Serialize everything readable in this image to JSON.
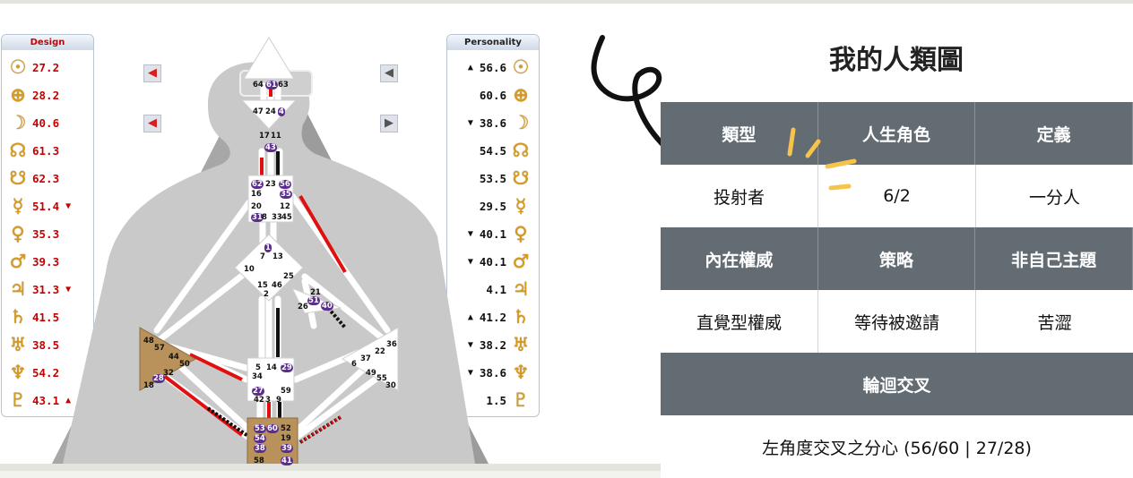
{
  "design": {
    "title": "Design",
    "rows": [
      {
        "glyph": "☉",
        "value": "27.2",
        "mark": "",
        "icon": "sun-icon"
      },
      {
        "glyph": "⊕",
        "value": "28.2",
        "mark": "",
        "icon": "earth-icon"
      },
      {
        "glyph": "☽",
        "value": "40.6",
        "mark": "",
        "icon": "moon-icon"
      },
      {
        "glyph": "☊",
        "value": "61.3",
        "mark": "",
        "icon": "north-node-icon"
      },
      {
        "glyph": "☋",
        "value": "62.3",
        "mark": "",
        "icon": "south-node-icon"
      },
      {
        "glyph": "☿",
        "value": "51.4",
        "mark": "▼",
        "icon": "mercury-icon"
      },
      {
        "glyph": "♀",
        "value": "35.3",
        "mark": "",
        "icon": "venus-icon"
      },
      {
        "glyph": "♂",
        "value": "39.3",
        "mark": "",
        "icon": "mars-icon"
      },
      {
        "glyph": "♃",
        "value": "31.3",
        "mark": "▼",
        "icon": "jupiter-icon"
      },
      {
        "glyph": "♄",
        "value": "41.5",
        "mark": "",
        "icon": "saturn-icon"
      },
      {
        "glyph": "♅",
        "value": "38.5",
        "mark": "",
        "icon": "uranus-icon"
      },
      {
        "glyph": "♆",
        "value": "54.2",
        "mark": "",
        "icon": "neptune-icon"
      },
      {
        "glyph": "♇",
        "value": "43.1",
        "mark": "▲",
        "icon": "pluto-icon"
      }
    ]
  },
  "personality": {
    "title": "Personality",
    "rows": [
      {
        "glyph": "☉",
        "value": "56.6",
        "mark": "▲",
        "icon": "sun-icon"
      },
      {
        "glyph": "⊕",
        "value": "60.6",
        "mark": "",
        "icon": "earth-icon"
      },
      {
        "glyph": "☽",
        "value": "38.6",
        "mark": "▼",
        "icon": "moon-icon"
      },
      {
        "glyph": "☊",
        "value": "54.5",
        "mark": "",
        "icon": "north-node-icon"
      },
      {
        "glyph": "☋",
        "value": "53.5",
        "mark": "",
        "icon": "south-node-icon"
      },
      {
        "glyph": "☿",
        "value": "29.5",
        "mark": "",
        "icon": "mercury-icon"
      },
      {
        "glyph": "♀",
        "value": "40.1",
        "mark": "▼",
        "icon": "venus-icon"
      },
      {
        "glyph": "♂",
        "value": "40.1",
        "mark": "▼",
        "icon": "mars-icon"
      },
      {
        "glyph": "♃",
        "value": "4.1",
        "mark": "",
        "icon": "jupiter-icon"
      },
      {
        "glyph": "♄",
        "value": "41.2",
        "mark": "▲",
        "icon": "saturn-icon"
      },
      {
        "glyph": "♅",
        "value": "38.2",
        "mark": "▼",
        "icon": "uranus-icon"
      },
      {
        "glyph": "♆",
        "value": "38.6",
        "mark": "▼",
        "icon": "neptune-icon"
      },
      {
        "glyph": "♇",
        "value": "1.5",
        "mark": "",
        "icon": "pluto-icon"
      }
    ]
  },
  "arrows": {
    "left_top": "◀",
    "left_bottom": "◀",
    "right_top": "◀",
    "right_bottom": "▶"
  },
  "gates": {
    "head": [
      "64",
      "61",
      "63"
    ],
    "ajna_top": [
      "47",
      "24",
      "4"
    ],
    "ajna_bottom": [
      "17",
      "11",
      "43"
    ],
    "throat": [
      "62",
      "23",
      "56",
      "16",
      "35",
      "20",
      "12",
      "31",
      "8",
      "33",
      "45"
    ],
    "g": [
      "1",
      "7",
      "13",
      "10",
      "15",
      "46",
      "2",
      "25"
    ],
    "ego": [
      "21",
      "26",
      "51",
      "40"
    ],
    "spleen": [
      "48",
      "57",
      "44",
      "50",
      "32",
      "28",
      "18"
    ],
    "sacral": [
      "5",
      "14",
      "29",
      "34",
      "27",
      "42",
      "3",
      "9",
      "59"
    ],
    "solar_plexus": [
      "36",
      "22",
      "37",
      "6",
      "49",
      "55",
      "30"
    ],
    "root": [
      "53",
      "60",
      "52",
      "54",
      "19",
      "38",
      "39",
      "58",
      "41"
    ]
  },
  "page": {
    "title": "我的人類圖"
  },
  "table": {
    "row1_headers": [
      "類型",
      "人生角色",
      "定義"
    ],
    "row1_values": [
      "投射者",
      "6/2",
      "一分人"
    ],
    "row2_headers": [
      "內在權威",
      "策略",
      "非自己主題"
    ],
    "row2_values": [
      "直覺型權威",
      "等待被邀請",
      "苦澀"
    ],
    "row3_header": "輪迴交叉",
    "row3_value": "左角度交叉之分心 (56/60 | 27/28)"
  },
  "colors": {
    "header_bg": "#636b73",
    "design_red": "#c80000",
    "defined_center": "#b8925a",
    "glyph_gold": "#d79a1c"
  }
}
